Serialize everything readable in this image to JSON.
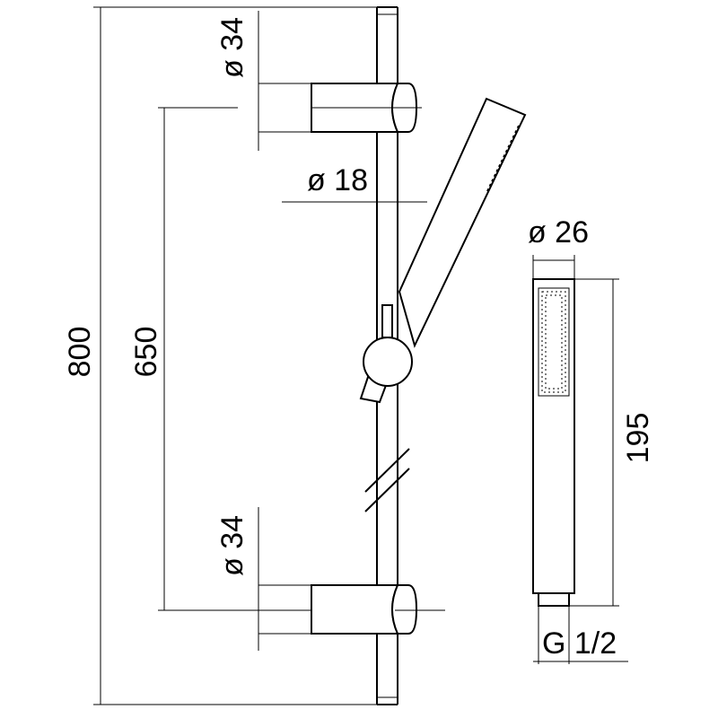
{
  "dimensions": {
    "total_length": "800",
    "bracket_spacing": "650",
    "top_bracket_diameter": "ø 34",
    "bar_diameter": "ø 18",
    "bottom_bracket_diameter": "ø 34",
    "handshower_diameter": "ø 26",
    "handshower_length": "195",
    "connection_thread": "G 1/2"
  },
  "colors": {
    "line": "#000000",
    "background": "#ffffff"
  }
}
